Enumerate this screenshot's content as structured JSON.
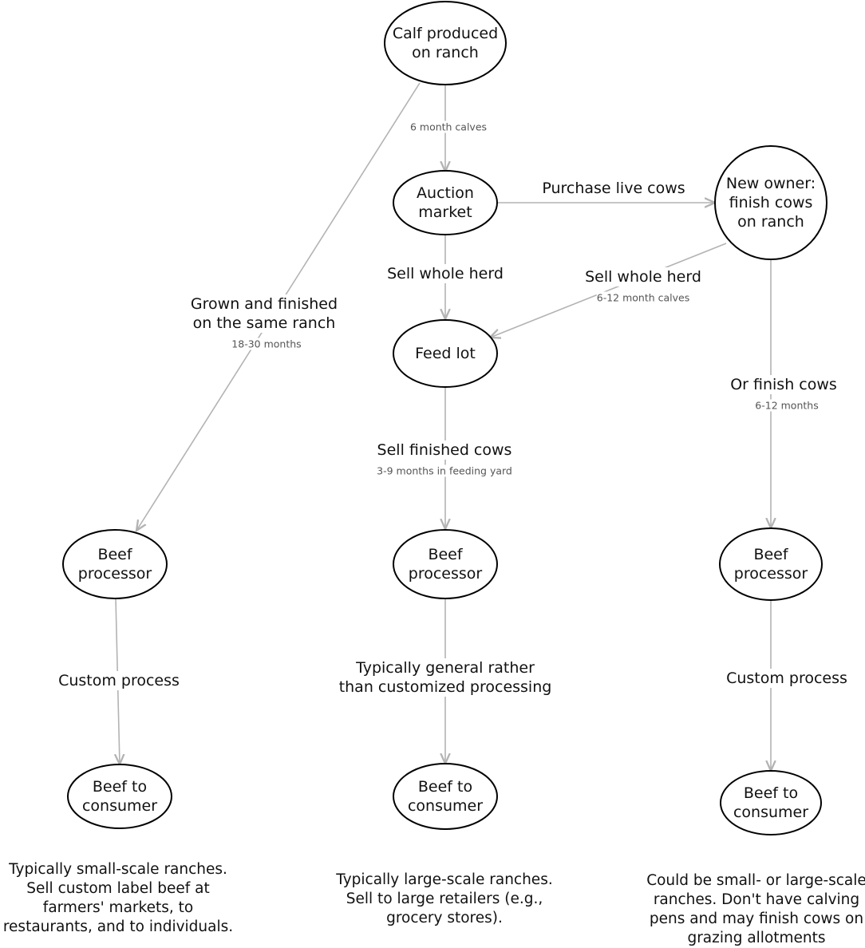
{
  "nodes": {
    "calf": "Calf produced\non ranch",
    "auction": "Auction\nmarket",
    "new_owner": "New owner:\nfinish cows\non ranch",
    "feedlot": "Feed lot",
    "processor_left": "Beef\nprocessor",
    "processor_mid": "Beef\nprocessor",
    "processor_right": "Beef\nprocessor",
    "consumer_left": "Beef to\nconsumer",
    "consumer_mid": "Beef to\nconsumer",
    "consumer_right": "Beef to\nconsumer"
  },
  "edges": {
    "calf_to_auction": {
      "sub": "6 month calves"
    },
    "auction_to_owner": {
      "label": "Purchase live cows"
    },
    "auction_to_feedlot": {
      "label": "Sell whole herd"
    },
    "owner_to_feedlot": {
      "label": "Sell whole herd",
      "sub": "6-12 month calves"
    },
    "calf_to_processor": {
      "label": "Grown and finished\non the same ranch",
      "sub": "18-30 months"
    },
    "feedlot_to_processor": {
      "label": "Sell finished cows",
      "sub": "3-9 months in feeding yard"
    },
    "owner_to_processor": {
      "label": "Or finish cows",
      "sub": "6-12 months"
    },
    "left_processing": {
      "label": "Custom process"
    },
    "mid_processing": {
      "label": "Typically general rather\nthan customized processing"
    },
    "right_processing": {
      "label": "Custom process"
    }
  },
  "notes": {
    "left": "Typically small-scale ranches.\nSell custom label beef at\nfarmers' markets, to\nrestaurants, and to individuals.",
    "mid": "Typically large-scale ranches.\nSell to large retailers (e.g.,\ngrocery stores).",
    "right": "Could be small- or large-scale\nranches. Don't have calving\npens and may finish cows on\ngrazing allotments"
  },
  "colors": {
    "edge": "#b3b3b3",
    "node_stroke": "#000000"
  }
}
